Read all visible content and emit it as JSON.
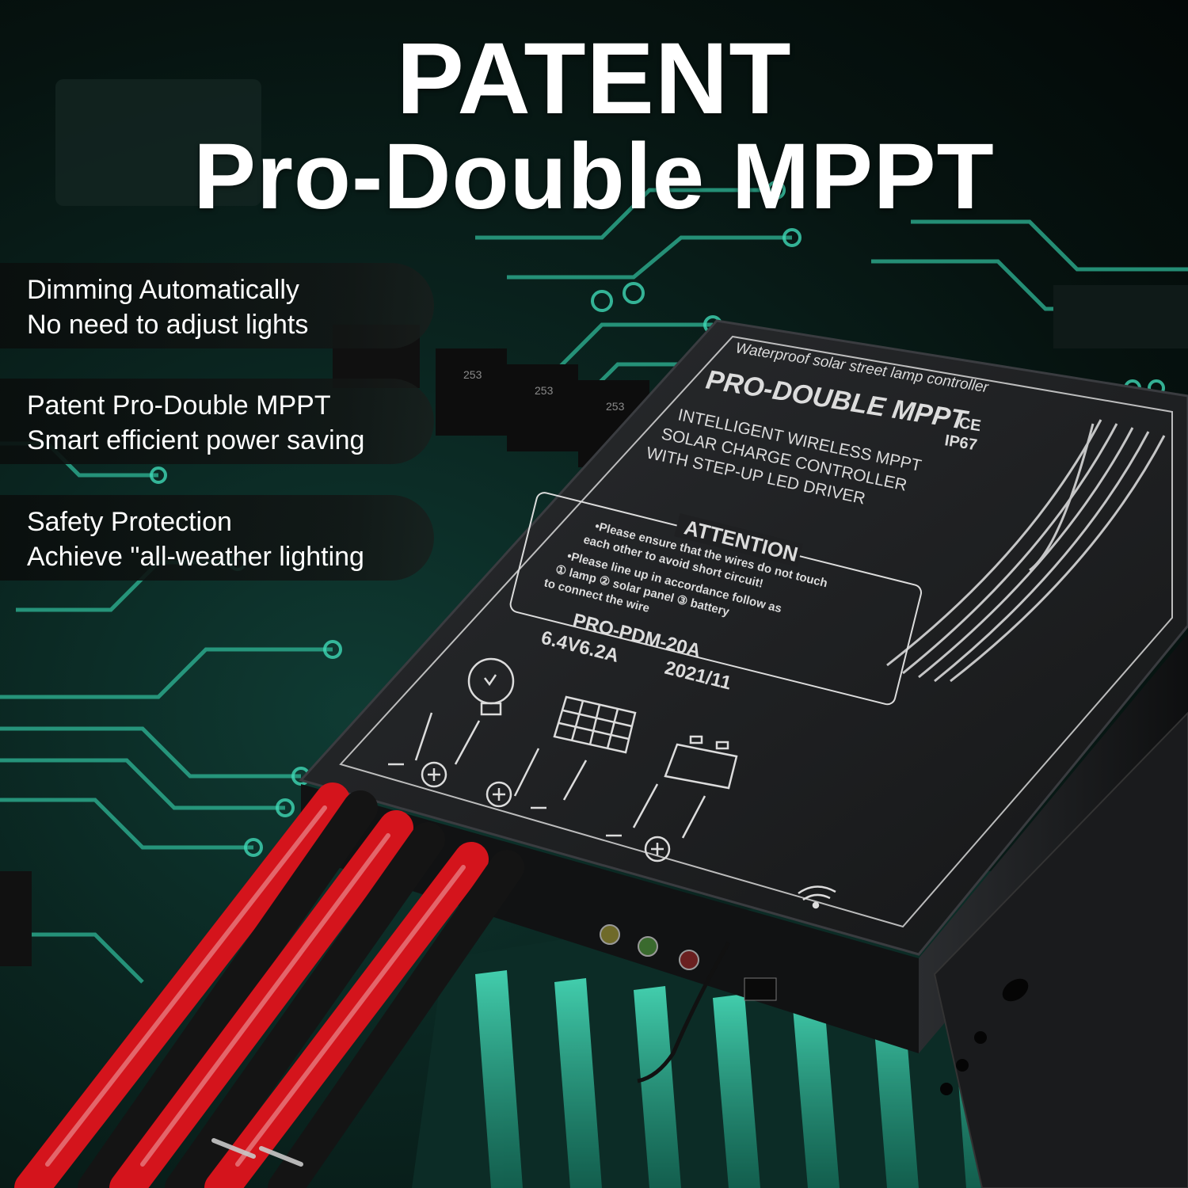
{
  "headline": {
    "line1": "PATENT",
    "line2": "Pro-Double MPPT"
  },
  "features": [
    {
      "line1": "Dimming Automatically",
      "line2": "No need to adjust lights"
    },
    {
      "line1": "Patent Pro-Double MPPT",
      "line2": "Smart efficient power saving"
    },
    {
      "line1": "Safety Protection",
      "line2": "Achieve \"all-weather lighting"
    }
  ],
  "device": {
    "subtitle": "Waterproof solar street lamp controller",
    "brand": "PRO-DOUBLE MPPT",
    "cert1": "CE",
    "cert2": "IP67",
    "desc1": "INTELLIGENT WIRELESS MPPT",
    "desc2": "SOLAR CHARGE CONTROLLER",
    "desc3": "WITH STEP-UP LED DRIVER",
    "attention_title": "ATTENTION",
    "attention_line1": "•Please ensure that the wires do not touch",
    "attention_line2": "each other to avoid short circuit!",
    "attention_line3": "•Please line up in accordance follow as",
    "attention_line4": "① lamp ② solar panel ③ battery",
    "attention_line5": "to connect the wire",
    "model": "PRO-PDM-20A",
    "rating": "6.4V6.2A",
    "date": "2021/11",
    "chip_label_1": "253",
    "chip_label_2": "253",
    "chip_label_3": "253"
  },
  "colors": {
    "pcb_trace": "#3fd8b5",
    "device_body": "#1e1f21",
    "wire_red": "#d4141c",
    "wire_black": "#141414",
    "text_white": "#ffffff"
  }
}
